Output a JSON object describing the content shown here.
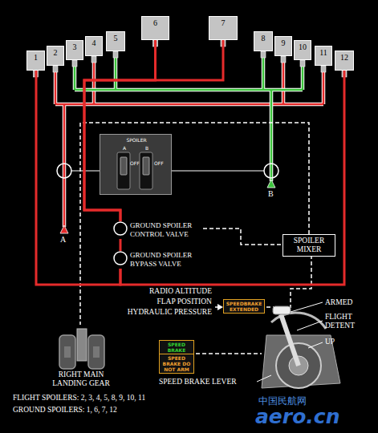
{
  "diagram": {
    "nodes": [
      {
        "text": [
          "1"
        ]
      },
      {
        "text": [
          "2"
        ]
      },
      {
        "text": [
          "3"
        ]
      },
      {
        "text": [
          "4"
        ]
      },
      {
        "text": [
          "5"
        ]
      },
      {
        "text": [
          "6"
        ]
      },
      {
        "text": [
          "7"
        ]
      },
      {
        "text": [
          "8"
        ]
      },
      {
        "text": [
          "9"
        ]
      },
      {
        "text": [
          "10"
        ]
      },
      {
        "text": [
          "11"
        ]
      },
      {
        "text": [
          "12"
        ]
      },
      {
        "text": [
          "SPOILER",
          "A",
          "B",
          "OFF",
          "OFF"
        ]
      },
      {
        "text": [
          "GROUND SPOILER CONTROL VALVE"
        ]
      },
      {
        "text": [
          "GROUND SPOILER BYPASS VALVE"
        ]
      },
      {
        "text": [
          "SPOILER MIXER"
        ]
      },
      {
        "text": [
          "SPEEDBRAKE EXTENDED"
        ]
      },
      {
        "text": [
          "SPEED BRAKE ARMED"
        ]
      },
      {
        "text": [
          "SPEED BRAKE DO NOT ARM"
        ]
      }
    ],
    "edges": [
      {
        "from": 13,
        "to": 14,
        "arrow": "none"
      },
      {
        "from": 13,
        "to": 15,
        "arrow": "none"
      },
      {
        "from": 14,
        "to": 0,
        "arrow": "none"
      },
      {
        "from": 14,
        "to": 11,
        "arrow": "none"
      },
      {
        "from": 13,
        "to": 5,
        "arrow": "none"
      },
      {
        "from": 13,
        "to": 6,
        "arrow": "none"
      }
    ],
    "labels": [
      "A",
      "B",
      "RADIO ALTITUDE",
      "FLAP POSITION",
      "HYDRAULIC PRESSURE",
      "ARMED",
      "FLIGHT DETENT",
      "UP",
      "SPEED BRAKE LEVER",
      "RIGHT MAIN LANDING GEAR",
      "FLIGHT SPOILERS: 2, 3, 4, 5, 8, 9, 10, 11",
      "GROUND SPOILERS: 1, 6, 7, 12",
      "中国民航网",
      "aero.cn"
    ]
  }
}
